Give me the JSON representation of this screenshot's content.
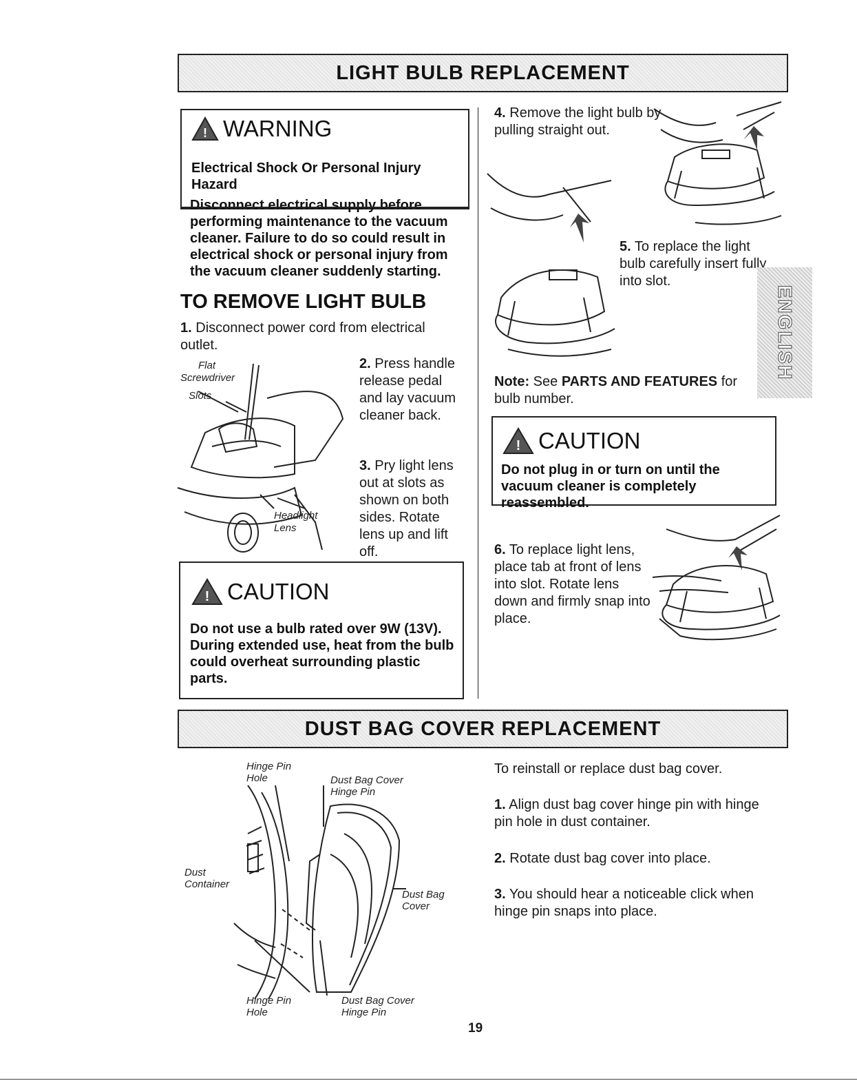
{
  "light_section": {
    "banner": "LIGHT BULB REPLACEMENT",
    "warning": {
      "title": "WARNING",
      "hazard": "Electrical Shock Or Personal Injury Hazard",
      "message": "Disconnect electrical supply before performing maintenance to the vacuum cleaner. Failure to do so could result in electrical shock or personal injury from the vacuum cleaner suddenly starting."
    },
    "remove_heading": "TO REMOVE LIGHT BULB",
    "step1": {
      "num": "1.",
      "text": "Disconnect power cord from electrical outlet."
    },
    "step2": {
      "num": "2.",
      "text": "Press handle release pedal and lay vacuum cleaner back."
    },
    "step3": {
      "num": "3.",
      "text": "Pry light lens out at slots as shown on both sides. Rotate lens up and lift off."
    },
    "labels": {
      "flat": "Flat",
      "screwdriver": "Screwdriver",
      "slots": "Slots",
      "headlight": "Headlight",
      "lens": "Lens"
    },
    "caution1": {
      "title": "CAUTION",
      "message": "Do not use a bulb rated over 9W (13V). During extended use, heat from the bulb could overheat surrounding plastic parts."
    },
    "step4": {
      "num": "4.",
      "text": "Remove the light bulb by pulling straight out."
    },
    "step5": {
      "num": "5.",
      "text": "To replace the light bulb carefully insert fully into slot."
    },
    "note": {
      "label": "Note:",
      "pre": "See",
      "ref": "PARTS AND FEATURES",
      "post": "for bulb number."
    },
    "caution2": {
      "title": "CAUTION",
      "message": "Do not plug in or turn on until the vacuum cleaner is completely reassembled."
    },
    "step6": {
      "num": "6.",
      "text": "To replace light lens, place tab at front of lens into slot. Rotate lens down and firmly snap into place."
    }
  },
  "side_tab": "ENGLISH",
  "dust_section": {
    "banner": "DUST BAG COVER REPLACEMENT",
    "labels": {
      "hinge_pin_hole_top": "Hinge Pin\nHole",
      "dust_bag_cover_hinge_pin_top": "Dust Bag Cover\nHinge Pin",
      "dust_container": "Dust\nContainer",
      "dust_bag_cover": "Dust Bag\nCover",
      "hinge_pin_hole_bottom": "Hinge Pin\nHole",
      "dust_bag_cover_hinge_pin_bottom": "Dust Bag Cover\nHinge Pin"
    },
    "intro": "To reinstall or replace dust bag cover.",
    "step1": {
      "num": "1.",
      "text": "Align dust bag cover hinge pin with hinge pin hole in dust container."
    },
    "step2": {
      "num": "2.",
      "text": "Rotate dust bag cover into place."
    },
    "step3": {
      "num": "3.",
      "text": "You should hear a noticeable click when hinge pin snaps into place."
    }
  },
  "page_number": "19"
}
